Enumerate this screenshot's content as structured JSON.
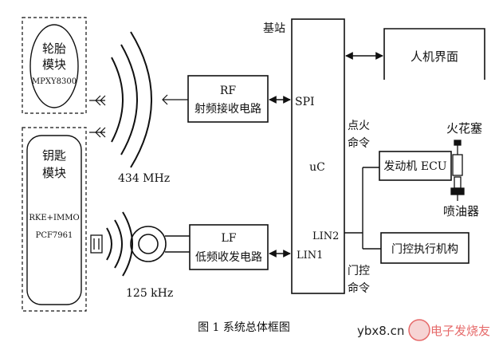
{
  "tire_module": {
    "line1": "轮胎",
    "line2": "模块",
    "part": "MPXY8300"
  },
  "key_module": {
    "line1": "钥匙",
    "line2": "模块",
    "part1": "RKE+IMMO",
    "part2": "PCF7961"
  },
  "freq_high": "434 MHz",
  "freq_low": "125 kHz",
  "rf_block": {
    "title": "RF",
    "subtitle": "射频接收电路"
  },
  "lf_block": {
    "title": "LF",
    "subtitle": "低频收发电路"
  },
  "base_station": "基站",
  "spi_label": "SPI",
  "lin1_label": "LIN1",
  "lin2_label": "LIN2",
  "uc_label": "uC",
  "hmi_block": "人机界面",
  "ignition_cmd": {
    "line1": "点火",
    "line2": "命令"
  },
  "engine_ecu": "发动机 ECU",
  "spark_plug": "火花塞",
  "injector": "喷油器",
  "door_actuator": "门控执行机构",
  "door_cmd": {
    "line1": "门控",
    "line2": "命令"
  },
  "caption": "图 1  系统总体框图",
  "watermark": {
    "site": "ybx8.cn",
    "brand": "电子发烧友"
  },
  "colors": {
    "line": "#111111",
    "watermark": "#e66a6a"
  }
}
